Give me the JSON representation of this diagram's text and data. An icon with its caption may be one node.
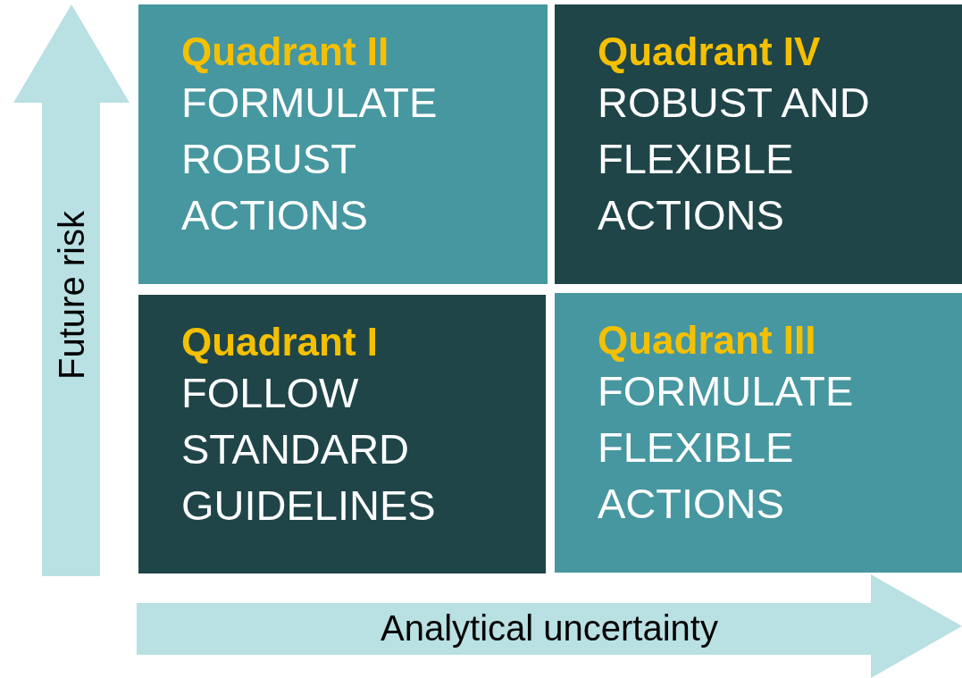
{
  "diagram": {
    "nodes": [
      {
        "text": [
          "Quadrant II",
          "FORMULATE ROBUST ACTIONS"
        ]
      },
      {
        "text": [
          "Quadrant IV",
          "ROBUST AND FLEXIBLE ACTIONS"
        ]
      },
      {
        "text": [
          "Quadrant I",
          "FOLLOW STANDARD GUIDELINES"
        ]
      },
      {
        "text": [
          "Quadrant III",
          "FORMULATE FLEXIBLE ACTIONS"
        ]
      }
    ],
    "labels": [
      "Future risk",
      "Analytical uncertainty"
    ]
  }
}
